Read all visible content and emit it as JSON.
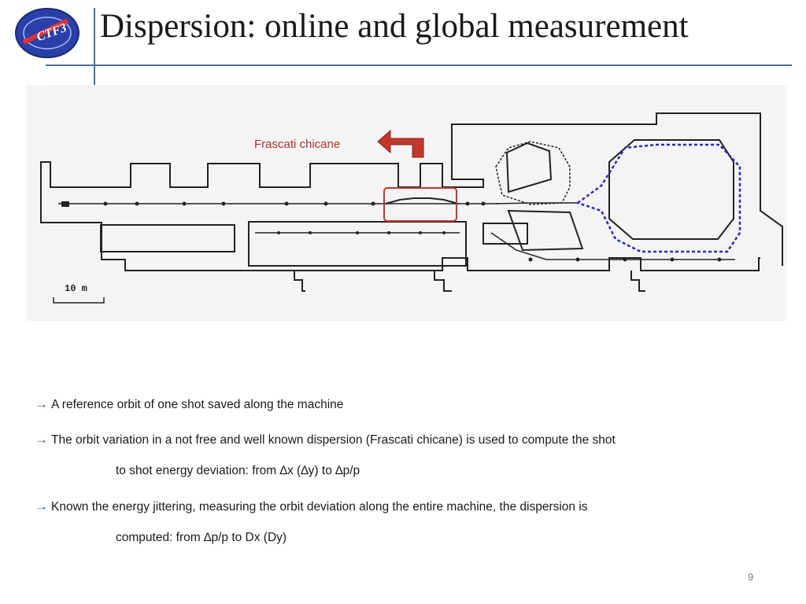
{
  "slide": {
    "title": "Dispersion: online and global measurement",
    "page_number": "9"
  },
  "logo": {
    "text": "CTF3"
  },
  "diagram": {
    "annotation": "Frascati chicane",
    "scale_bar": "10 m"
  },
  "bullets": {
    "arrow": "→",
    "b1": "A reference orbit of one shot saved along the machine",
    "b2_line1": "The orbit variation in a not free and well known dispersion (Frascati chicane) is used to compute the shot",
    "b2_line2": "to shot energy deviation: from ∆x (∆y) to ∆p/p",
    "b3_line1": "Known the energy jittering, measuring the orbit deviation along the entire machine, the dispersion is",
    "b3_line2": "computed: from ∆p/p to Dx (Dy)"
  },
  "colors": {
    "accent_line": "#4a6fa5",
    "highlight_red": "#c0392b",
    "ring_blue": "#2a2ab8",
    "arrow_blue": "#3b5fa0"
  }
}
